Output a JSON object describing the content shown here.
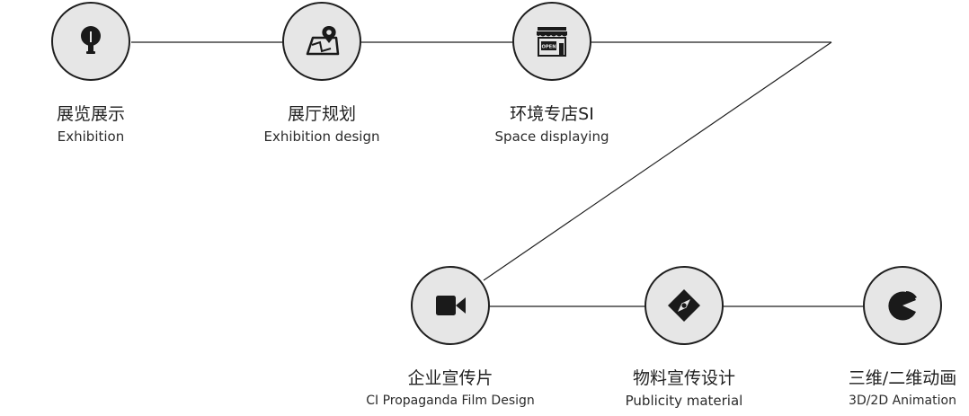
{
  "services": [
    {
      "title_cn": "展览展示",
      "title_en": "Exhibition",
      "icon": "lightbulb-icon"
    },
    {
      "title_cn": "展厅规划",
      "title_en": "Exhibition design",
      "icon": "map-pin-icon"
    },
    {
      "title_cn": "环境专店SI",
      "title_en": "Space displaying",
      "icon": "open-shop-icon",
      "icon_text": "OPEN"
    },
    {
      "title_cn": "企业宣传片",
      "title_en": "CI Propaganda Film Design",
      "icon": "video-camera-icon"
    },
    {
      "title_cn": "物料宣传设计",
      "title_en": "Publicity material",
      "icon": "compass-icon"
    },
    {
      "title_cn": "三维/二维动画",
      "title_en": "3D/2D Animation",
      "icon": "pie-chart-icon"
    }
  ],
  "colors": {
    "line": "#1f1f1f",
    "circle_fill": "#e6e6e6",
    "text": "#222222"
  }
}
